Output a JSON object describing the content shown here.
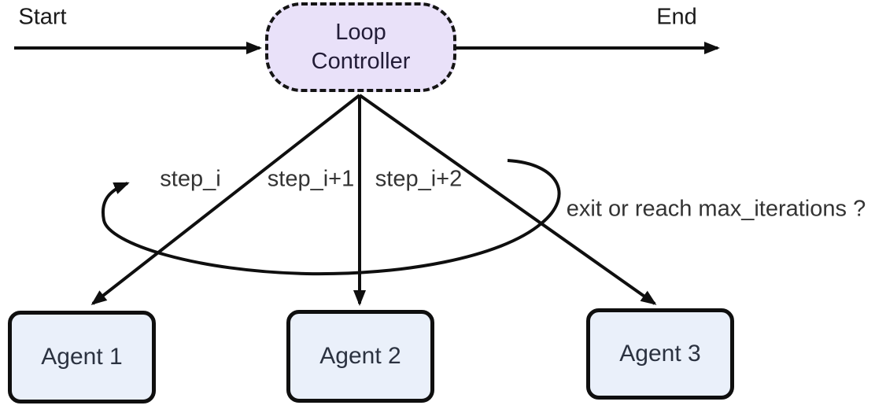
{
  "diagram": {
    "start_label": "Start",
    "end_label": "End",
    "controller": {
      "line1": "Loop",
      "line2": "Controller"
    },
    "edge_labels": [
      "step_i",
      "step_i+1",
      "step_i+2"
    ],
    "loop_label": "exit or reach max_iterations ?",
    "agents": [
      {
        "label": "Agent 1"
      },
      {
        "label": "Agent 2"
      },
      {
        "label": "Agent 3"
      }
    ],
    "colors": {
      "line": "#0f0f0f",
      "controller_fill": "#e9e1f9",
      "controller_text": "#221c37",
      "agent_fill": "#eaf0fa",
      "agent_text": "#2b3240",
      "label_text": "#333333"
    }
  }
}
